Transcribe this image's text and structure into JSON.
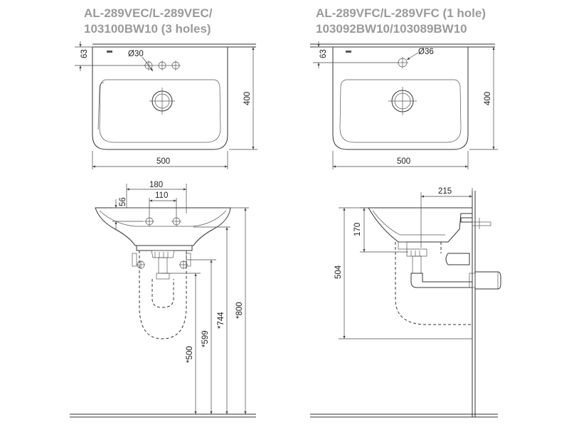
{
  "titles": {
    "left_line1": "AL-289VEC/L-289VEC/",
    "left_line2": "103100BW10 (3 holes)",
    "right_line1": "AL-289VFC/L-289VFC (1 hole)",
    "right_line2": "103092BW10/103089BW10"
  },
  "top_left": {
    "dim_63": "63",
    "dim_hole": "Ø30",
    "dim_400": "400",
    "dim_500": "500"
  },
  "top_right": {
    "dim_63": "63",
    "dim_hole": "Ø36",
    "dim_400": "400",
    "dim_500": "500"
  },
  "front": {
    "dim_180": "180",
    "dim_110": "110",
    "dim_56": "56",
    "dim_500": "*500",
    "dim_599": "*599",
    "dim_744": "*744",
    "dim_800": "*800"
  },
  "side": {
    "dim_215": "215",
    "dim_170": "170",
    "dim_504": "504"
  }
}
